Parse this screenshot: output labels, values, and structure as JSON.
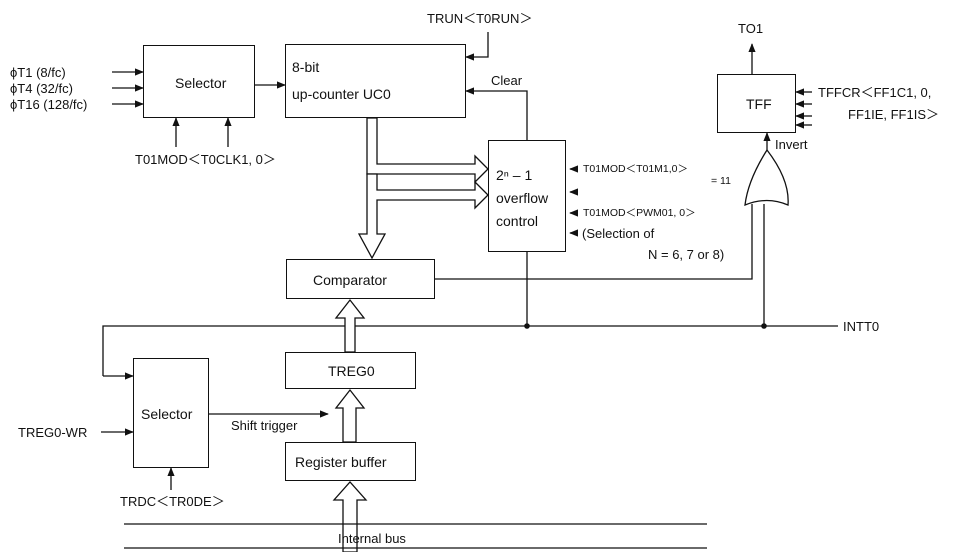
{
  "inputs": {
    "phiT1": "ϕT1 (8/fc)",
    "phiT4": "ϕT4 (32/fc)",
    "phiT16": "ϕT16 (128/fc)",
    "trun": "TRUN＜T0RUN＞",
    "t01mod_clk": "T01MOD＜T0CLK1, 0＞",
    "treg0_wr": "TREG0-WR",
    "trdc": "TRDC＜TR0DE＞",
    "tffcr_line1": "TFFCR＜FF1C1, 0,",
    "tffcr_line2": "FF1IE, FF1IS＞",
    "t01mod_m1": "T01MOD＜T01M1,0＞",
    "eq11": "= 11",
    "t01mod_pwm": "T01MOD＜PWM01, 0＞",
    "selection_line1": "(Selection of",
    "selection_line2": "N = 6, 7 or 8)"
  },
  "blocks": {
    "selector_top": "Selector",
    "counter_line1": "8-bit",
    "counter_line2": "up-counter UC0",
    "overflow_line1": "2ⁿ – 1",
    "overflow_line2": "overflow",
    "overflow_line3": "control",
    "comparator": "Comparator",
    "treg0": "TREG0",
    "selector_bottom": "Selector",
    "register_buffer": "Register buffer",
    "tff": "TFF"
  },
  "signals": {
    "to1": "TO1",
    "clear": "Clear",
    "invert": "Invert",
    "intt0": "INTT0",
    "shift_trigger": "Shift trigger",
    "internal_bus": "Internal bus"
  }
}
